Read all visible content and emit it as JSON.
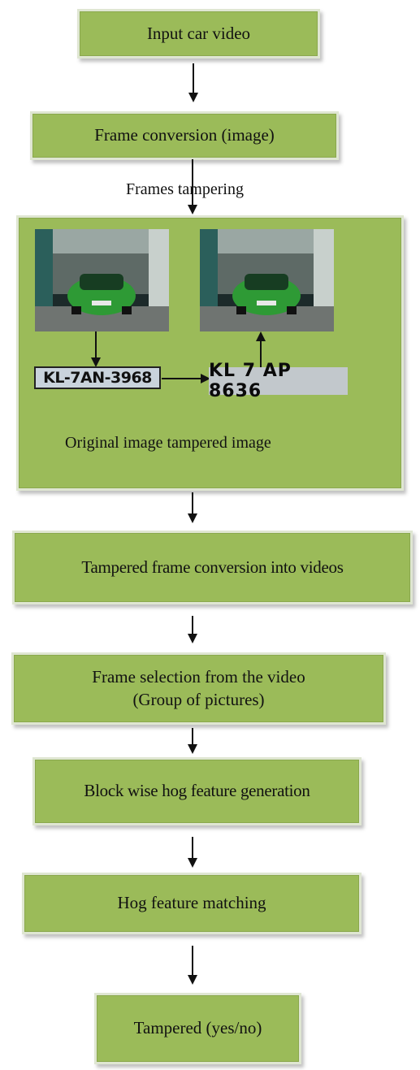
{
  "steps": {
    "input": "Input car video",
    "frame_conversion": "Frame conversion (image)",
    "frames_tampering": "Frames tampering",
    "images_caption": "Original image tampered image",
    "plate_original": "KL-7AN-3968",
    "plate_tampered": "KL 7 AP 8636",
    "tampered_conversion": "Tampered frame conversion into videos",
    "frame_selection_line1": "Frame selection from the video",
    "frame_selection_line2": "(Group of pictures)",
    "hog_generation": "Block wise hog feature generation",
    "hog_matching": "Hog feature matching",
    "result": "Tampered (yes/no)"
  },
  "colors": {
    "box_fill": "#9bbb59",
    "car_green": "#2e9a35"
  }
}
